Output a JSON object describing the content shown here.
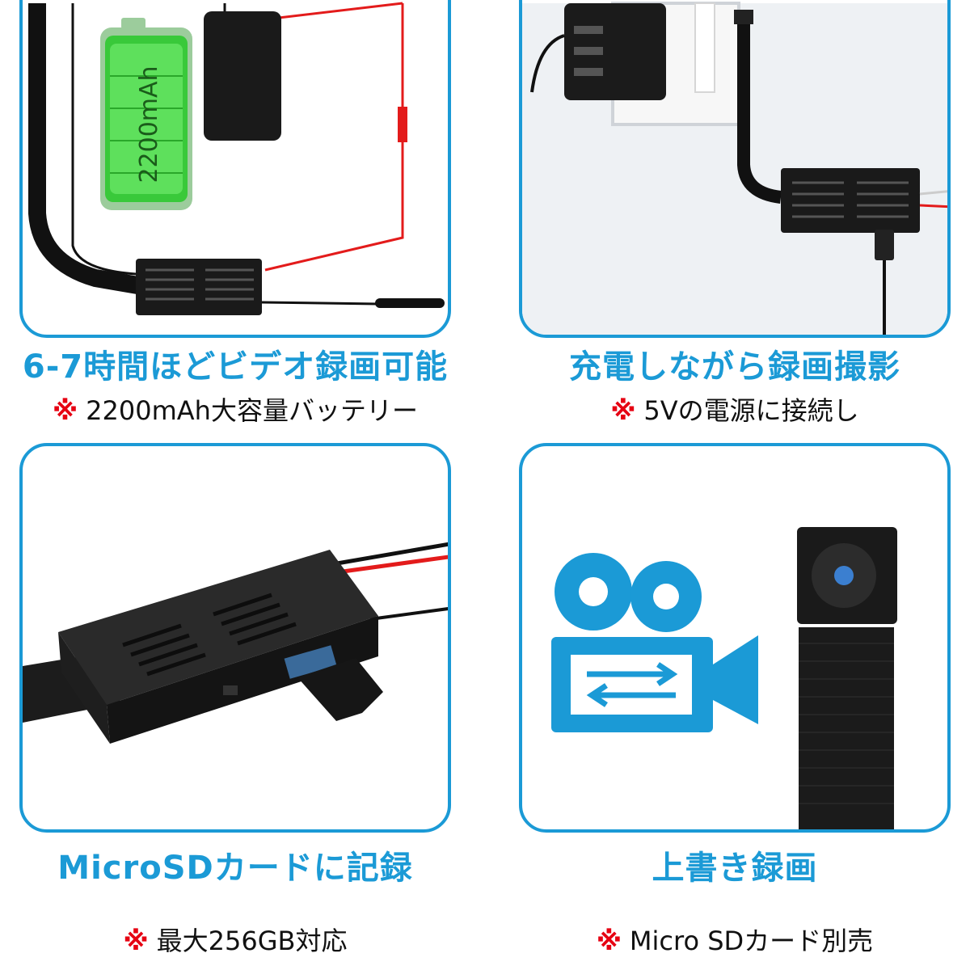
{
  "colors": {
    "accent": "#1b9ad6",
    "note_mark": "#e60012",
    "battery_green": "#39c93a",
    "wire_red": "#e31b1b"
  },
  "panels": [
    {
      "id": "battery",
      "battery_label": "2200mAh",
      "title": "6-7時間ほどビデオ録画可能",
      "note_mark": "※",
      "note": "2200mAh大容量バッテリー"
    },
    {
      "id": "charging",
      "title": "充電しながら録画撮影",
      "note_mark": "※",
      "note": "5Vの電源に接続し"
    },
    {
      "id": "sd",
      "title": "MicroSDカードに記録",
      "note_mark": "※",
      "note": "最大256GB対応"
    },
    {
      "id": "loop",
      "icon": "video-camera-loop-icon",
      "title": "上書き録画",
      "note_mark": "※",
      "note": "Micro SDカード別売"
    }
  ]
}
